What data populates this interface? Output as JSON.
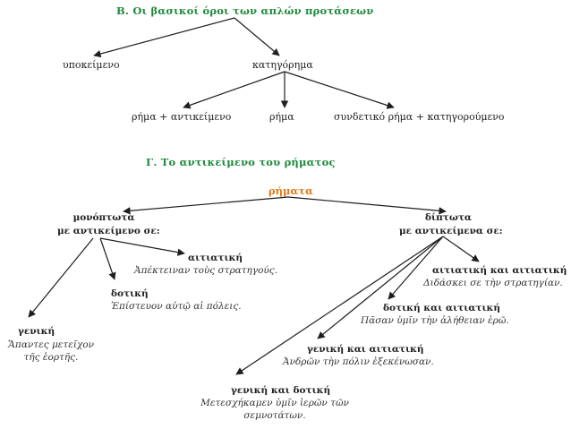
{
  "section_b": {
    "heading": "Β. Οι βασικοί όροι των απλών προτάσεων",
    "subject": "υποκείμενο",
    "predicate": "κατηγόρημα",
    "pred_verb_object": "ρήμα + αντικείμενο",
    "pred_verb": "ρήμα",
    "pred_copula": "συνδετικό ρήμα + κατηγορούμενο"
  },
  "section_c": {
    "heading": "Γ. Το αντικείμενο του ρήματος",
    "root": "ρήματα",
    "monoptota": [
      "μονόπτωτα",
      "με αντικείμενο σε:"
    ],
    "diptota": [
      "δίπτωτα",
      "με αντικείμενα σε:"
    ],
    "mono_accusative": {
      "case": "αιτιατική",
      "example": "Ἀπέκτειναν τοὺς στρατηγούς."
    },
    "mono_dative": {
      "case": "δοτική",
      "example": "Ἐπίστευον αὐτῷ αἱ πόλεις."
    },
    "mono_genitive": {
      "case": "γενική",
      "example": [
        "Ἅπαντες μετεῖχον",
        "τῆς ἑορτῆς."
      ]
    },
    "di_acc_acc": {
      "case": "αιτιατική και αιτιατική",
      "example": "Διδάσκει σε τὴν στρατηγίαν."
    },
    "di_dat_acc": {
      "case": "δοτική και αιτιατική",
      "example": "Πᾶσαν ὑμῖν τὴν ἀλήθειαν ἐρῶ."
    },
    "di_gen_acc": {
      "case": "γενική και αιτιατική",
      "example": "Ἀνδρῶν τὴν πόλιν ἐξεκένωσαν."
    },
    "di_gen_dat": {
      "case": "γενική και δοτική",
      "example": [
        "Μετεσχήκαμεν ὑμῖν ἱερῶν τῶν",
        "σεμνοτάτων."
      ]
    }
  },
  "colors": {
    "heading": "#1d8a3a",
    "root": "#e07a16",
    "lines": "#1e1e1e"
  }
}
